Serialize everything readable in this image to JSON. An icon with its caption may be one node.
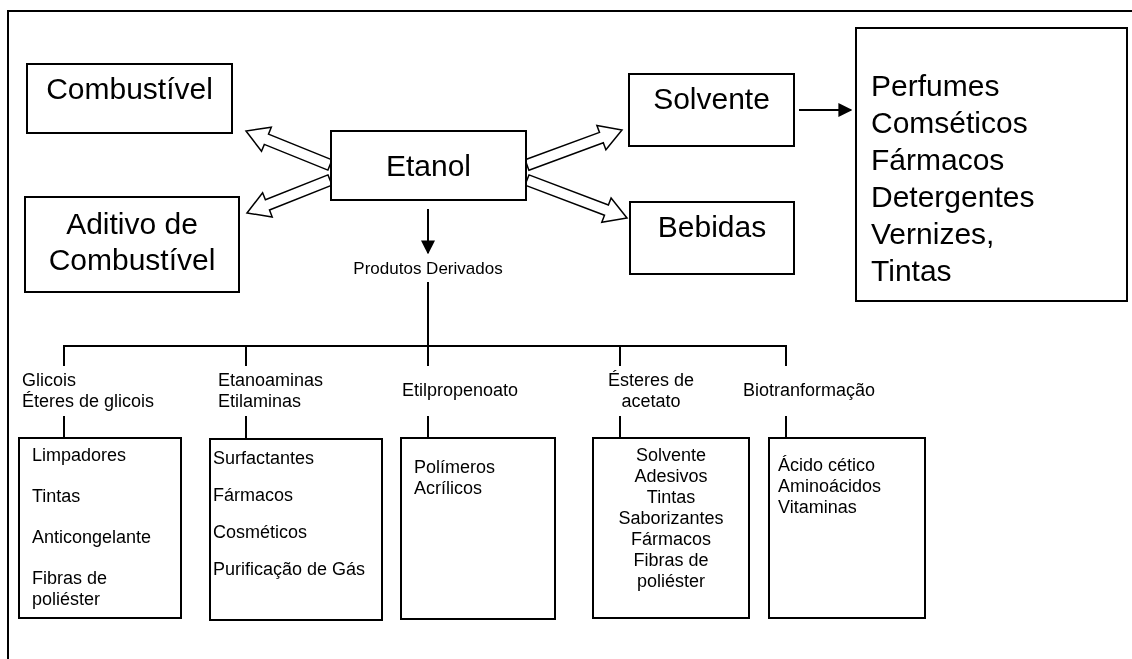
{
  "diagram": {
    "nodes": [
      {
        "text": [
          "Combustível"
        ]
      },
      {
        "text": [
          "Aditivo de Combustível"
        ]
      },
      {
        "text": [
          "Etanol"
        ]
      },
      {
        "text": [
          "Solvente"
        ]
      },
      {
        "text": [
          "Bebidas"
        ]
      },
      {
        "text": [
          "Perfumes",
          "Comséticos",
          "Fármacos",
          "Detergentes",
          "Vernizes,",
          "Tintas"
        ]
      },
      {
        "text": [
          "Produtos Derivados"
        ]
      },
      {
        "text": [
          "Glicois",
          "Éteres de glicois"
        ]
      },
      {
        "text": [
          "Limpadores",
          "Tintas",
          "Anticongelante",
          "Fibras de poliéster"
        ]
      },
      {
        "text": [
          "Etanoaminas",
          "Etilaminas"
        ]
      },
      {
        "text": [
          "Surfactantes",
          "Fármacos",
          "Cosméticos",
          "Purificação de Gás"
        ]
      },
      {
        "text": [
          "Etilpropenoato"
        ]
      },
      {
        "text": [
          "Polímeros Acrílicos"
        ]
      },
      {
        "text": [
          "Ésteres de acetato"
        ]
      },
      {
        "text": [
          "Solvente",
          "Adesivos",
          "Tintas",
          "Saborizantes",
          "Fármacos",
          "Fibras de poliéster"
        ]
      },
      {
        "text": [
          "Biotranformação"
        ]
      },
      {
        "text": [
          "Ácido cético",
          "Aminoácidos",
          "Vitaminas"
        ]
      }
    ],
    "edges": [
      {
        "from": 2,
        "to": 0,
        "arrow": "to",
        "style": "thick"
      },
      {
        "from": 2,
        "to": 1,
        "arrow": "to",
        "style": "thick"
      },
      {
        "from": 2,
        "to": 3,
        "arrow": "to",
        "style": "thick"
      },
      {
        "from": 2,
        "to": 4,
        "arrow": "to",
        "style": "thick"
      },
      {
        "from": 3,
        "to": 5,
        "arrow": "to"
      },
      {
        "from": 2,
        "to": 6,
        "arrow": "to"
      },
      {
        "from": 6,
        "to": 7,
        "arrow": "none"
      },
      {
        "from": 6,
        "to": 9,
        "arrow": "none"
      },
      {
        "from": 6,
        "to": 11,
        "arrow": "none"
      },
      {
        "from": 6,
        "to": 13,
        "arrow": "none"
      },
      {
        "from": 6,
        "to": 15,
        "arrow": "none"
      },
      {
        "from": 7,
        "to": 8,
        "arrow": "none"
      },
      {
        "from": 9,
        "to": 10,
        "arrow": "none"
      },
      {
        "from": 11,
        "to": 12,
        "arrow": "none"
      },
      {
        "from": 13,
        "to": 14,
        "arrow": "none"
      },
      {
        "from": 15,
        "to": 16,
        "arrow": "none"
      }
    ]
  }
}
